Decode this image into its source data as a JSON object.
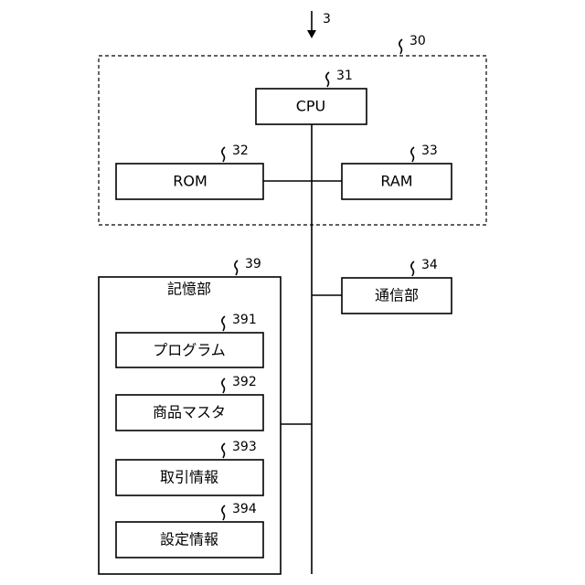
{
  "arrow_ref": "3",
  "group": {
    "ref": "30"
  },
  "cpu": {
    "label": "CPU",
    "ref": "31"
  },
  "rom": {
    "label": "ROM",
    "ref": "32"
  },
  "ram": {
    "label": "RAM",
    "ref": "33"
  },
  "comm": {
    "label": "通信部",
    "ref": "34"
  },
  "storage": {
    "label": "記憶部",
    "ref": "39",
    "items": [
      {
        "label": "プログラム",
        "ref": "391"
      },
      {
        "label": "商品マスタ",
        "ref": "392"
      },
      {
        "label": "取引情報",
        "ref": "393"
      },
      {
        "label": "設定情報",
        "ref": "394"
      }
    ]
  }
}
